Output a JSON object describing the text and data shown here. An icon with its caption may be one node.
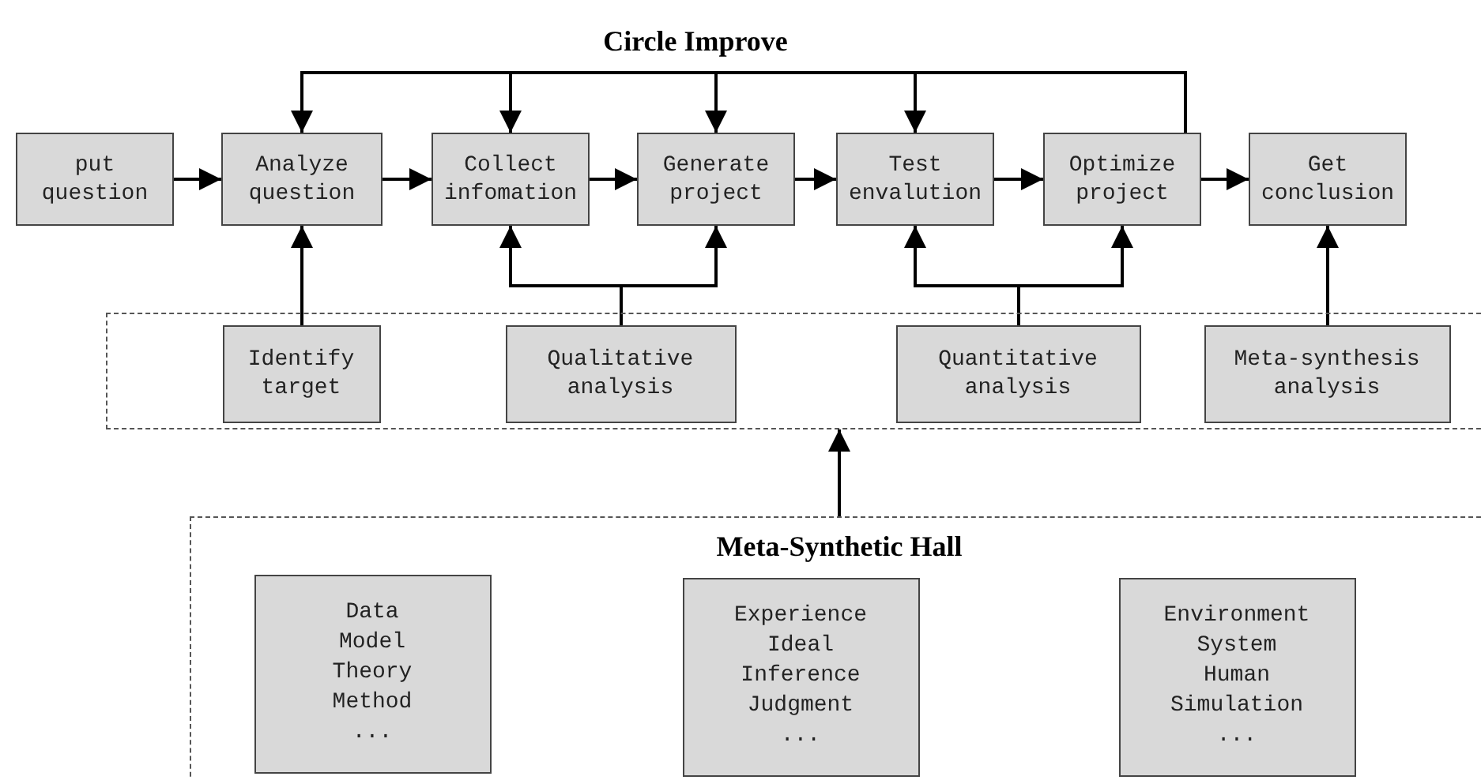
{
  "diagram": {
    "title": "Circle Improve",
    "nodes": [
      {
        "text": [
          "put question"
        ]
      },
      {
        "text": [
          "Analyze question"
        ]
      },
      {
        "text": [
          "Collect infomation"
        ]
      },
      {
        "text": [
          "Generate project"
        ]
      },
      {
        "text": [
          "Test envalution"
        ]
      },
      {
        "text": [
          "Optimize project"
        ]
      },
      {
        "text": [
          "Get conclusion"
        ]
      },
      {
        "text": [],
        "shape": "box"
      },
      {
        "text": [
          "Identify target"
        ],
        "in": 7
      },
      {
        "text": [
          "Qualitative analysis"
        ],
        "in": 7
      },
      {
        "text": [
          "Quantitative analysis"
        ],
        "in": 7
      },
      {
        "text": [
          "Meta-synthesis analysis"
        ],
        "in": 7
      },
      {
        "text": [
          "Meta-Synthetic Hall"
        ]
      },
      {
        "text": [
          "Data Model Theory Method ..."
        ],
        "in": 12
      },
      {
        "text": [
          "Experience Ideal Inference Judgment ..."
        ],
        "in": 12
      },
      {
        "text": [
          "Environment System Human Simulation ..."
        ],
        "in": 12
      }
    ],
    "edges": [
      {
        "from": 0,
        "to": 1,
        "arrow": "to"
      },
      {
        "from": 1,
        "to": 2,
        "arrow": "to"
      },
      {
        "from": 2,
        "to": 3,
        "arrow": "to"
      },
      {
        "from": 3,
        "to": 4,
        "arrow": "to"
      },
      {
        "from": 4,
        "to": 5,
        "arrow": "to"
      },
      {
        "from": 5,
        "to": 6,
        "arrow": "to"
      },
      {
        "from": 5,
        "to": 1,
        "arrow": "to"
      },
      {
        "from": 5,
        "to": 2,
        "arrow": "to"
      },
      {
        "from": 5,
        "to": 3,
        "arrow": "to"
      },
      {
        "from": 5,
        "to": 4,
        "arrow": "to"
      },
      {
        "from": 8,
        "to": 1,
        "arrow": "to"
      },
      {
        "from": 9,
        "to": 2,
        "arrow": "to"
      },
      {
        "from": 9,
        "to": 3,
        "arrow": "to"
      },
      {
        "from": 10,
        "to": 4,
        "arrow": "to"
      },
      {
        "from": 10,
        "to": 5,
        "arrow": "to"
      },
      {
        "from": 11,
        "to": 6,
        "arrow": "to"
      },
      {
        "from": 12,
        "to": 7,
        "arrow": "to"
      }
    ]
  }
}
